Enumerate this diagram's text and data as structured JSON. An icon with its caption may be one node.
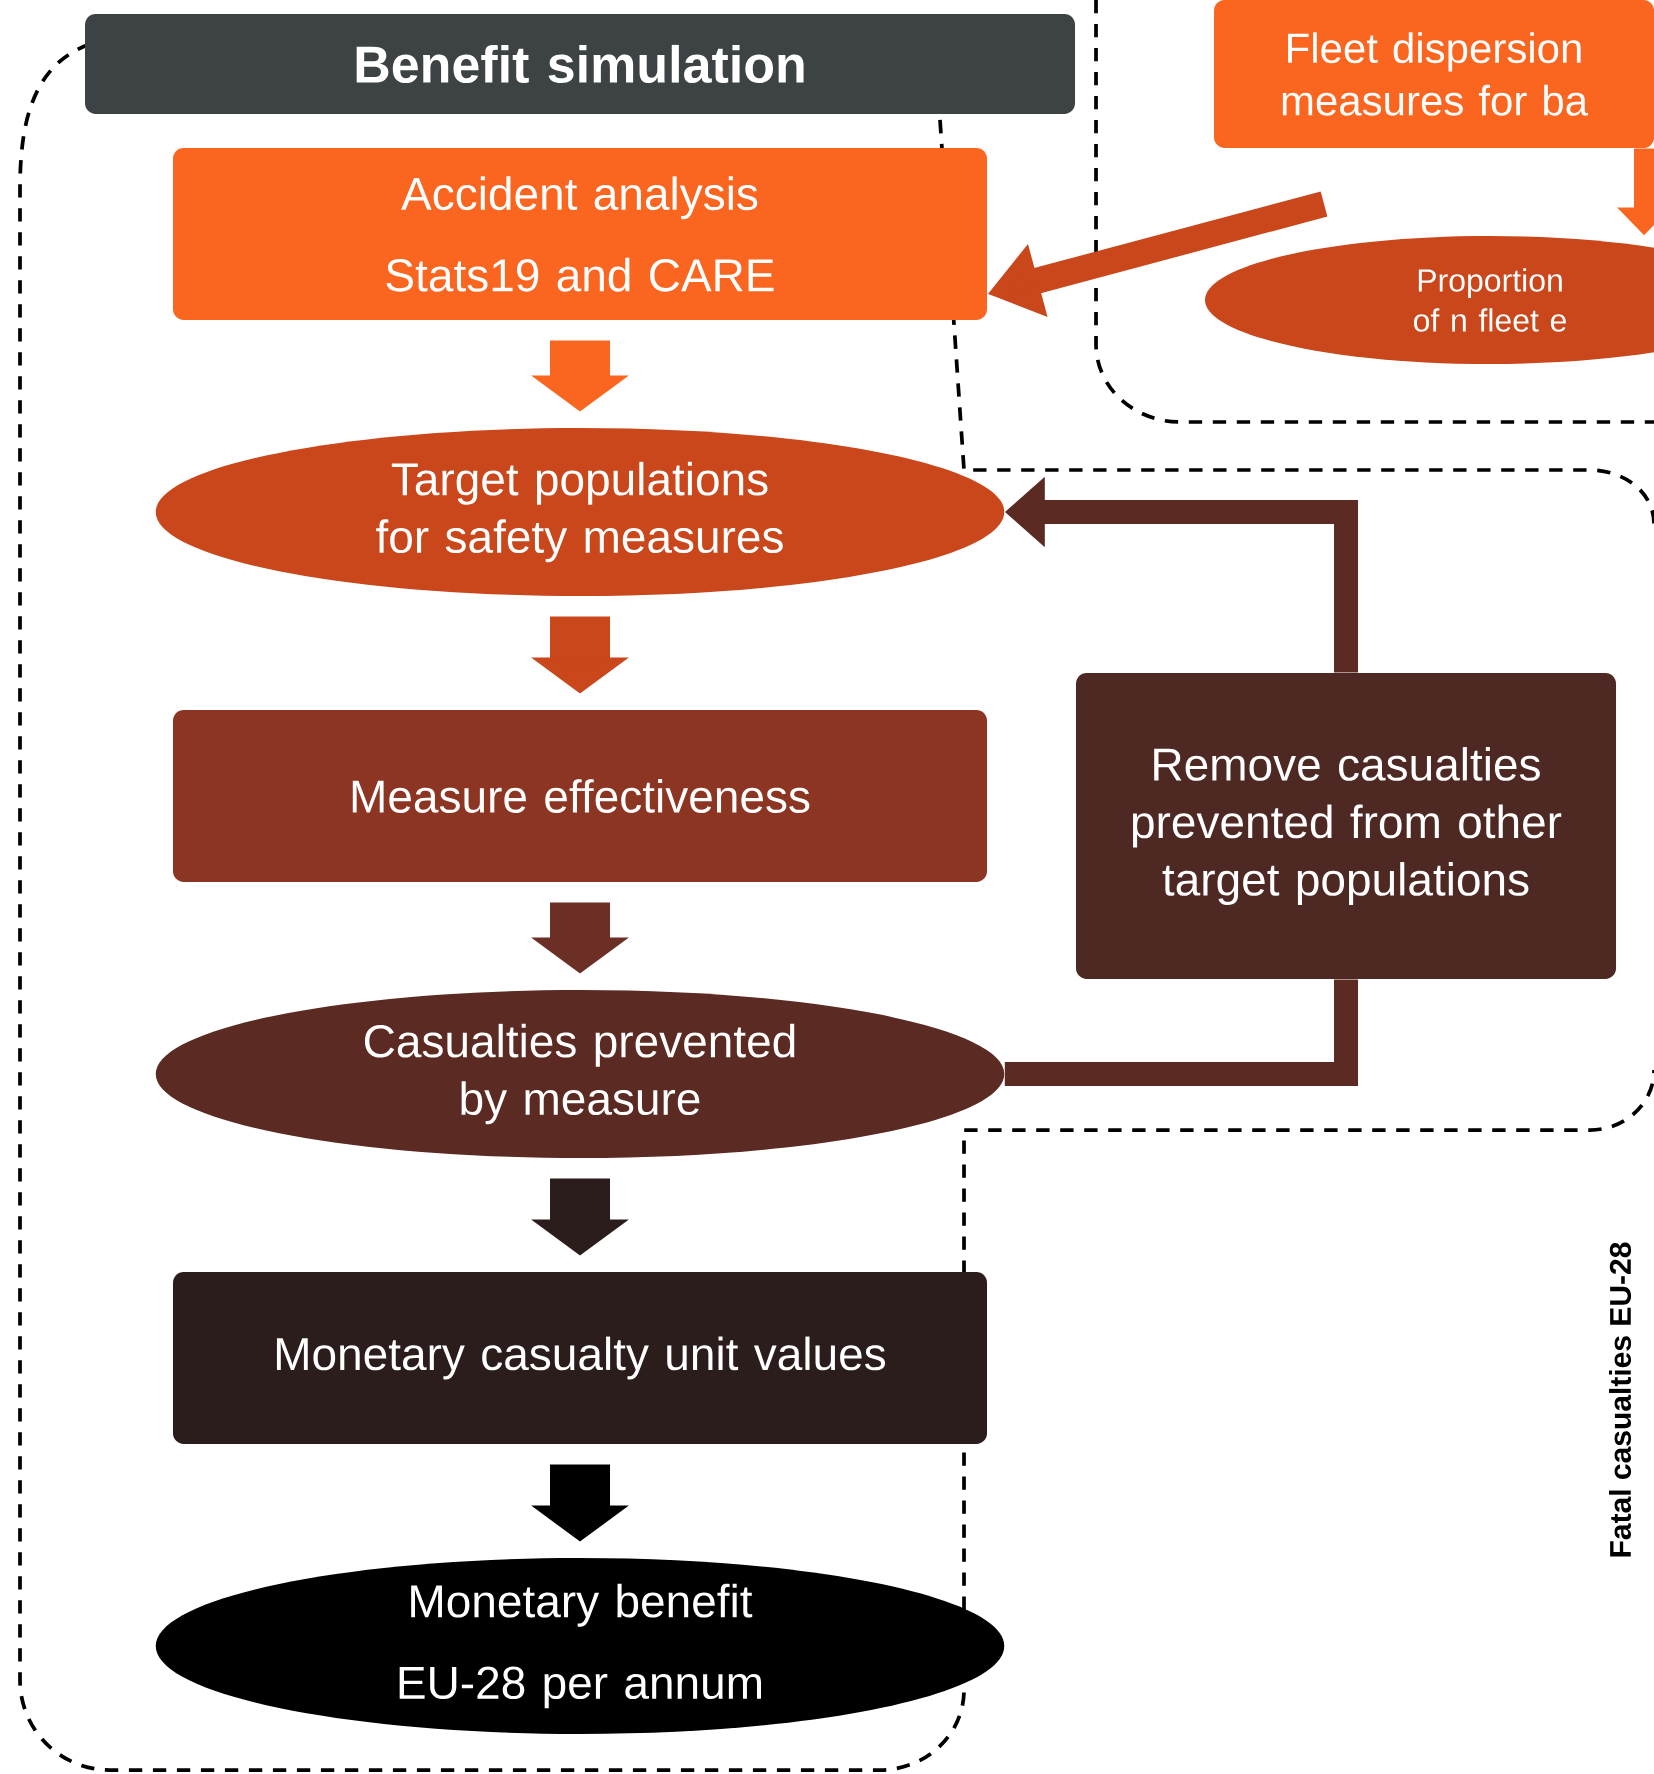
{
  "diagram": {
    "nodes": [
      {
        "text": [
          "Benefit simulation"
        ]
      },
      {
        "text": [
          "Accident analysis",
          "Stats19 and CARE"
        ]
      },
      {
        "text": [
          "Target populations for safety measures"
        ]
      },
      {
        "text": [
          "Measure effectiveness"
        ]
      },
      {
        "text": [
          "Casualties prevented by measure"
        ]
      },
      {
        "text": [
          "Monetary  casualty unit values"
        ]
      },
      {
        "text": [
          "Monetary benefit",
          "EU-28 per annum"
        ]
      },
      {
        "text": [
          "Remove casualties prevented from other target populations"
        ]
      },
      {
        "text": [
          "Fleet dispersion measures for ba"
        ]
      },
      {
        "text": [
          "Proportion of n fleet e"
        ]
      }
    ],
    "edges": [
      {
        "from": 1,
        "to": 2,
        "arrow": "to",
        "color": "#fa6620"
      },
      {
        "from": 2,
        "to": 3,
        "arrow": "to",
        "color": "#c9471b"
      },
      {
        "from": 3,
        "to": 4,
        "arrow": "to",
        "color": "#6b2f25"
      },
      {
        "from": 4,
        "to": 5,
        "arrow": "to",
        "color": "#2c1d1d"
      },
      {
        "from": 5,
        "to": 6,
        "arrow": "to",
        "color": "#000000"
      },
      {
        "from": 4,
        "to": 7,
        "arrow": "none",
        "color": "#5b2a22"
      },
      {
        "from": 7,
        "to": 2,
        "arrow": "to",
        "color": "#5b2a22"
      },
      {
        "from": 8,
        "to": 9,
        "arrow": "to",
        "color": "#fa6620"
      },
      {
        "from": null,
        "to": 1,
        "arrow": "to",
        "color": "#c9471b"
      }
    ],
    "labels": [
      "Fatal casualties EU-28"
    ]
  }
}
